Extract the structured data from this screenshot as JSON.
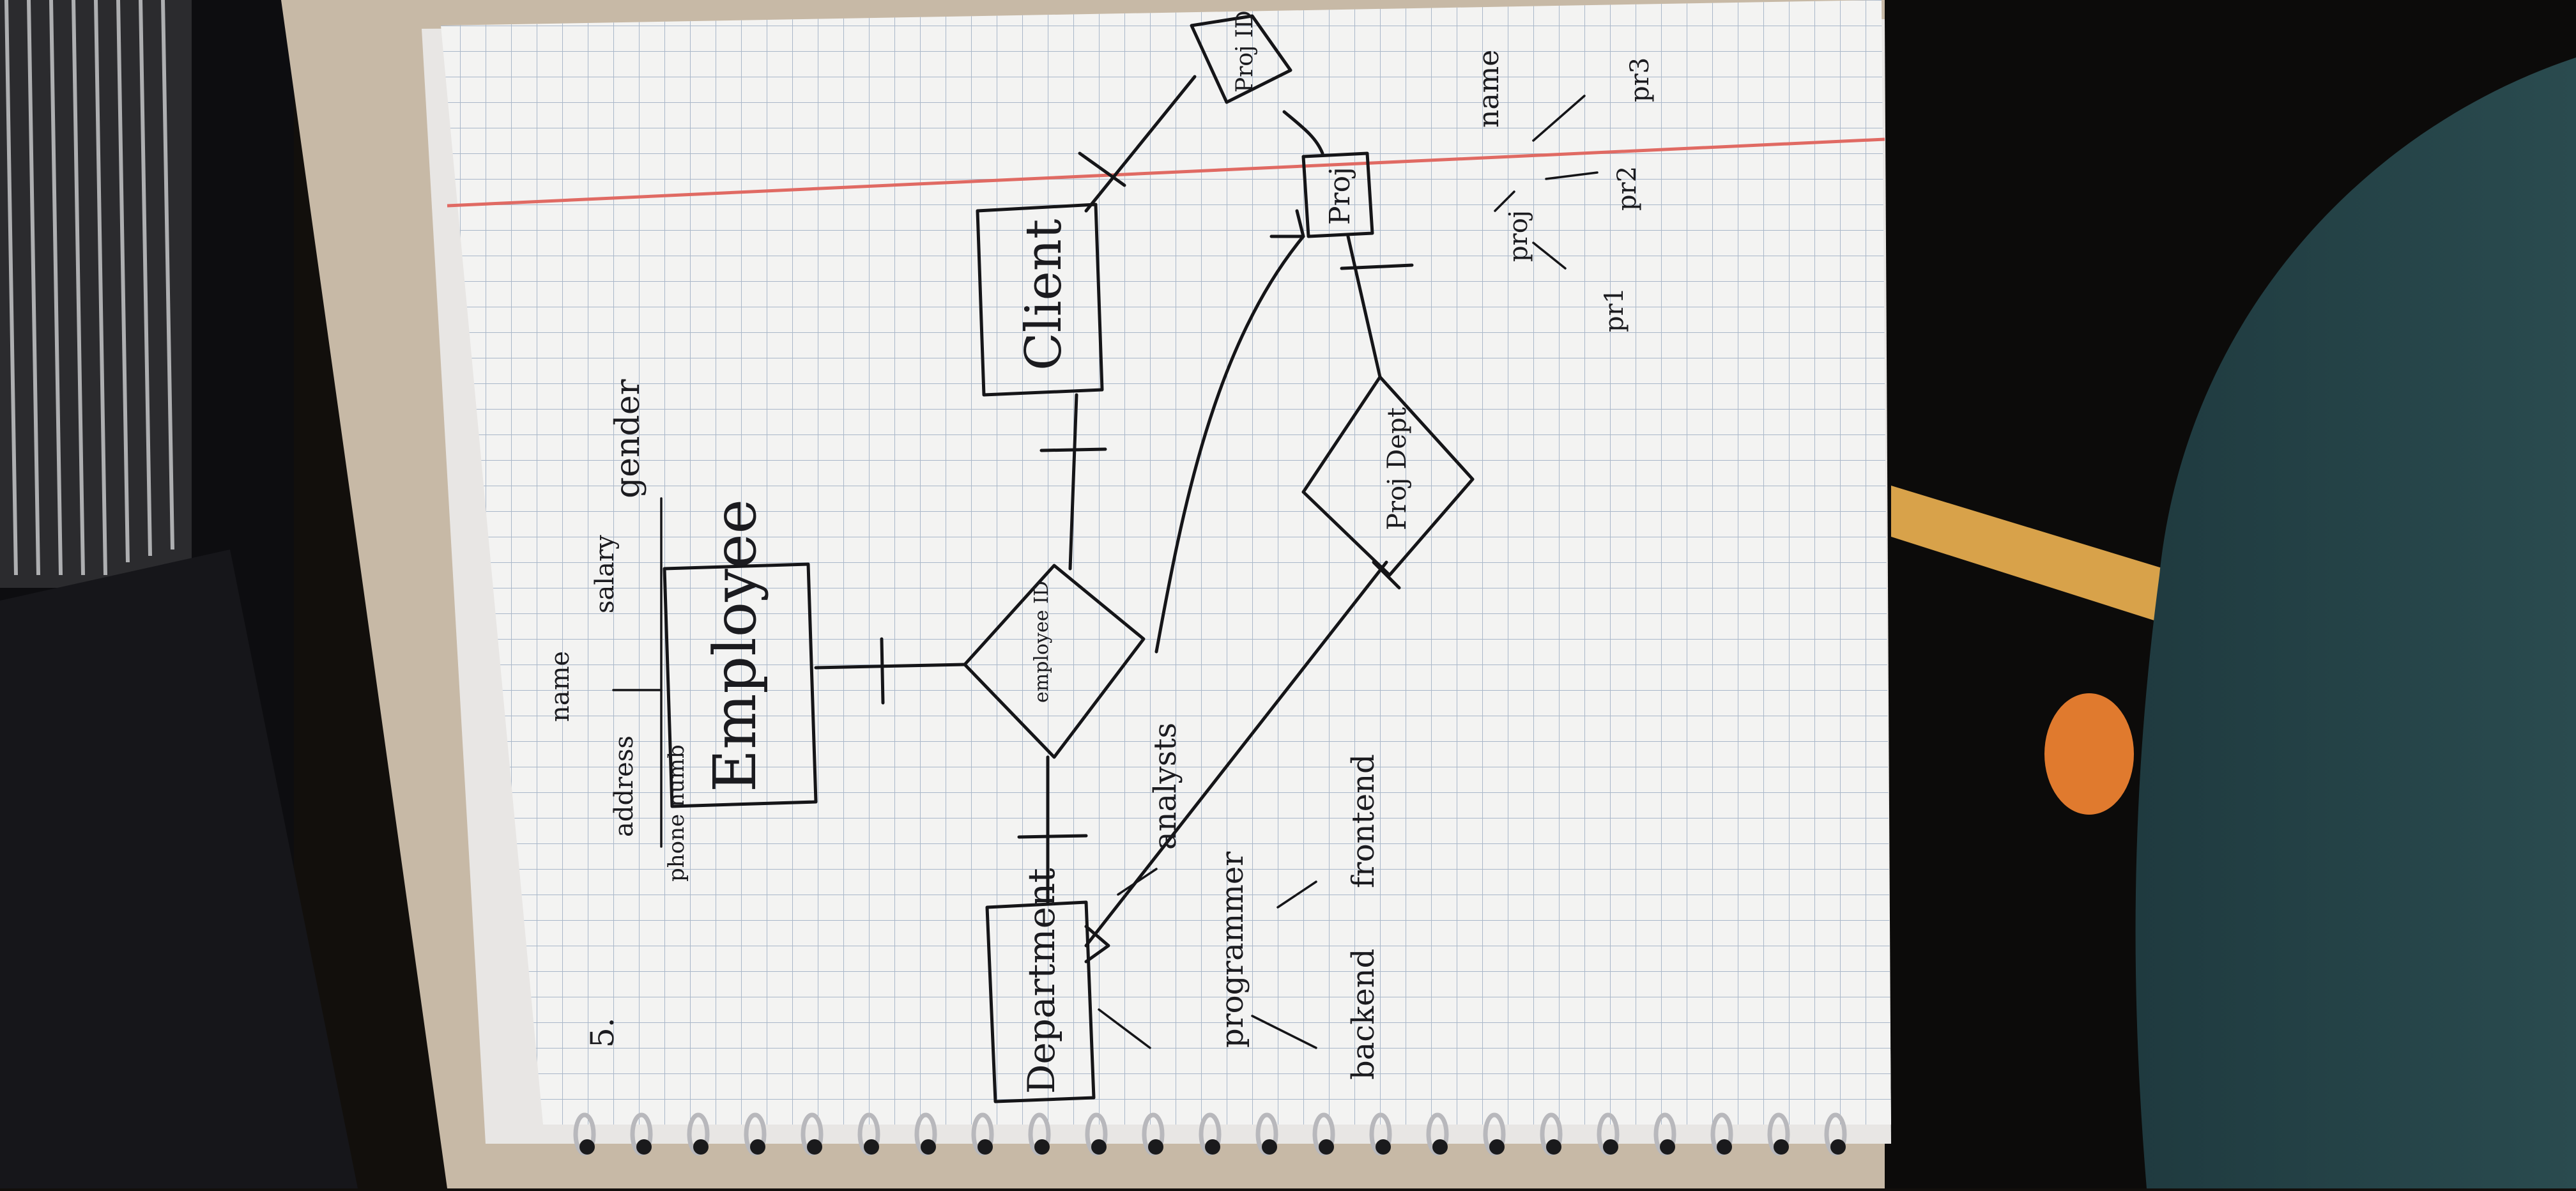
{
  "diagram": {
    "exercise_number": "5.",
    "entities": {
      "employee": "Employee",
      "client": "Client",
      "department": "Department",
      "project": "Proj"
    },
    "relationships": {
      "employee_id": "employee ID",
      "project_id": "Proj ID",
      "project_dept": "Proj Dept"
    },
    "employee_attributes": [
      "phone numb",
      "address",
      "name",
      "salary",
      "gender"
    ],
    "department_types": [
      "programmer",
      "backend",
      "frontend",
      "analysts"
    ],
    "project_attributes": [
      "proj",
      "name",
      "pr1",
      "pr2",
      "pr3"
    ]
  }
}
